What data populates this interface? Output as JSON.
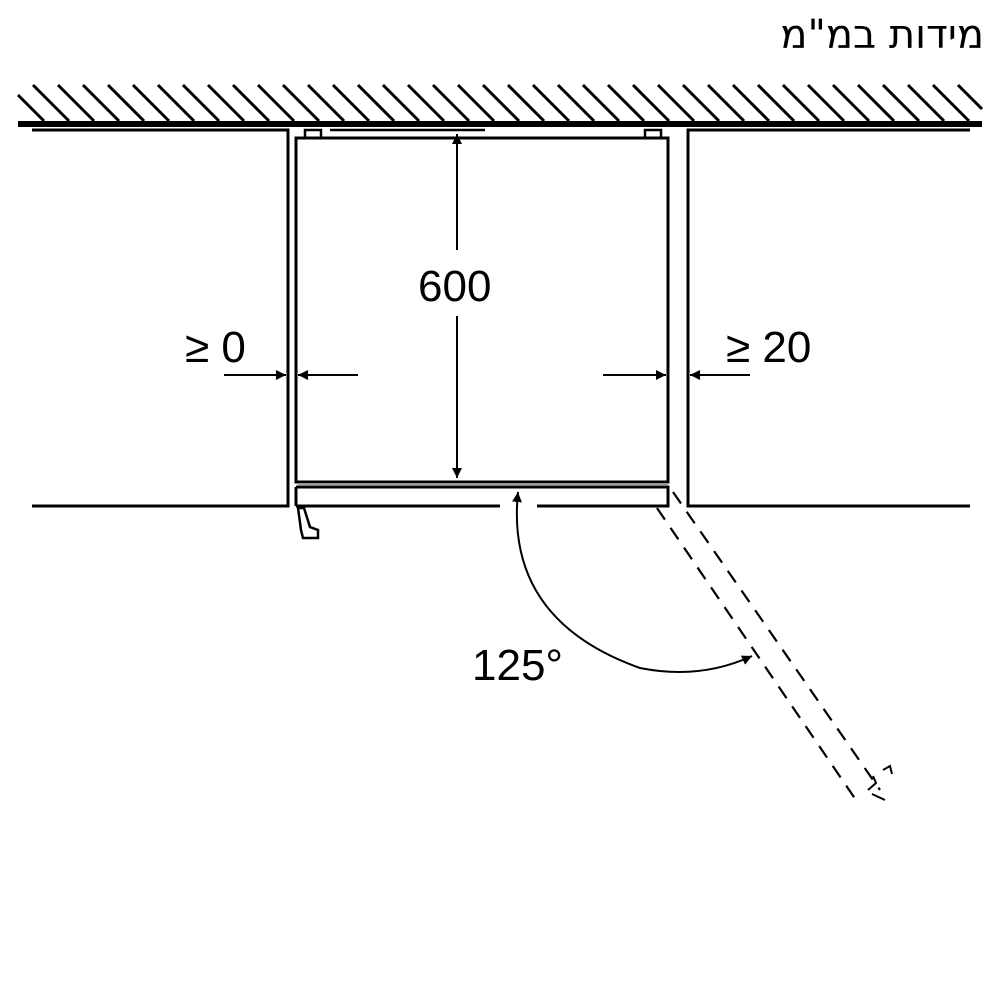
{
  "header": {
    "title": "מידות במ\"מ"
  },
  "dimensions": {
    "depth": "600",
    "left_gap": "≥ 0",
    "right_gap": "≥ 20",
    "door_angle": "125°"
  },
  "colors": {
    "line": "#000000",
    "background": "#ffffff"
  },
  "elements": {
    "wall": "hatched-wall",
    "left_cabinet": "cabinet-left",
    "appliance": "appliance-body",
    "right_cabinet": "cabinet-right",
    "door_closed": "door-closed",
    "door_open": "door-open-dashed",
    "handle": "door-handle"
  }
}
